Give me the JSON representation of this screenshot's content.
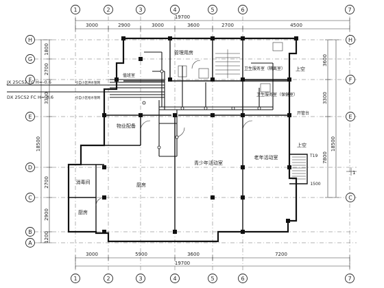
{
  "axes": {
    "columns": [
      "1",
      "2",
      "3",
      "4",
      "5",
      "6",
      "7"
    ],
    "rows": [
      "H",
      "G",
      "F",
      "E",
      "D",
      "C",
      "B",
      "A"
    ]
  },
  "dims": {
    "top_total": "19700",
    "top": [
      "3000",
      "2900",
      "3000",
      "3600",
      "2700",
      "4500"
    ],
    "bottom_total": "19700",
    "bottom": [
      "3000",
      "5900",
      "3600",
      "7200"
    ],
    "left_total": "18500",
    "left": [
      "1800",
      "2700",
      "3300",
      "2700",
      "2900",
      "1200"
    ],
    "right_total": "18500",
    "right": [
      "3600",
      "3300",
      "7800"
    ],
    "right_extra": "1500"
  },
  "rooms": {
    "management": "管理用房",
    "sanitary1": "卫生服务室（隔离室）",
    "sanitary2": "卫生服务室（保健室）",
    "open_top": "上空",
    "open_mid": "上空",
    "duty": "值班室",
    "property": "物业配备",
    "disinfect": "消毒间",
    "kitchen_small": "厨房",
    "dining": "厨房",
    "youth": "青少年活动室",
    "elderly": "老年活动室",
    "well": "开管台"
  },
  "notes": {
    "pipe1": "JX 25CS2 FC H=-0.6",
    "pipe1_tail": "引自小区供水管网",
    "pipe2": "DX 25CS2 FC H=-0.6",
    "pipe2_tail": "引自小区给水管网",
    "t19": "T19"
  },
  "colors": {
    "line": "#111111",
    "bg": "#ffffff"
  }
}
